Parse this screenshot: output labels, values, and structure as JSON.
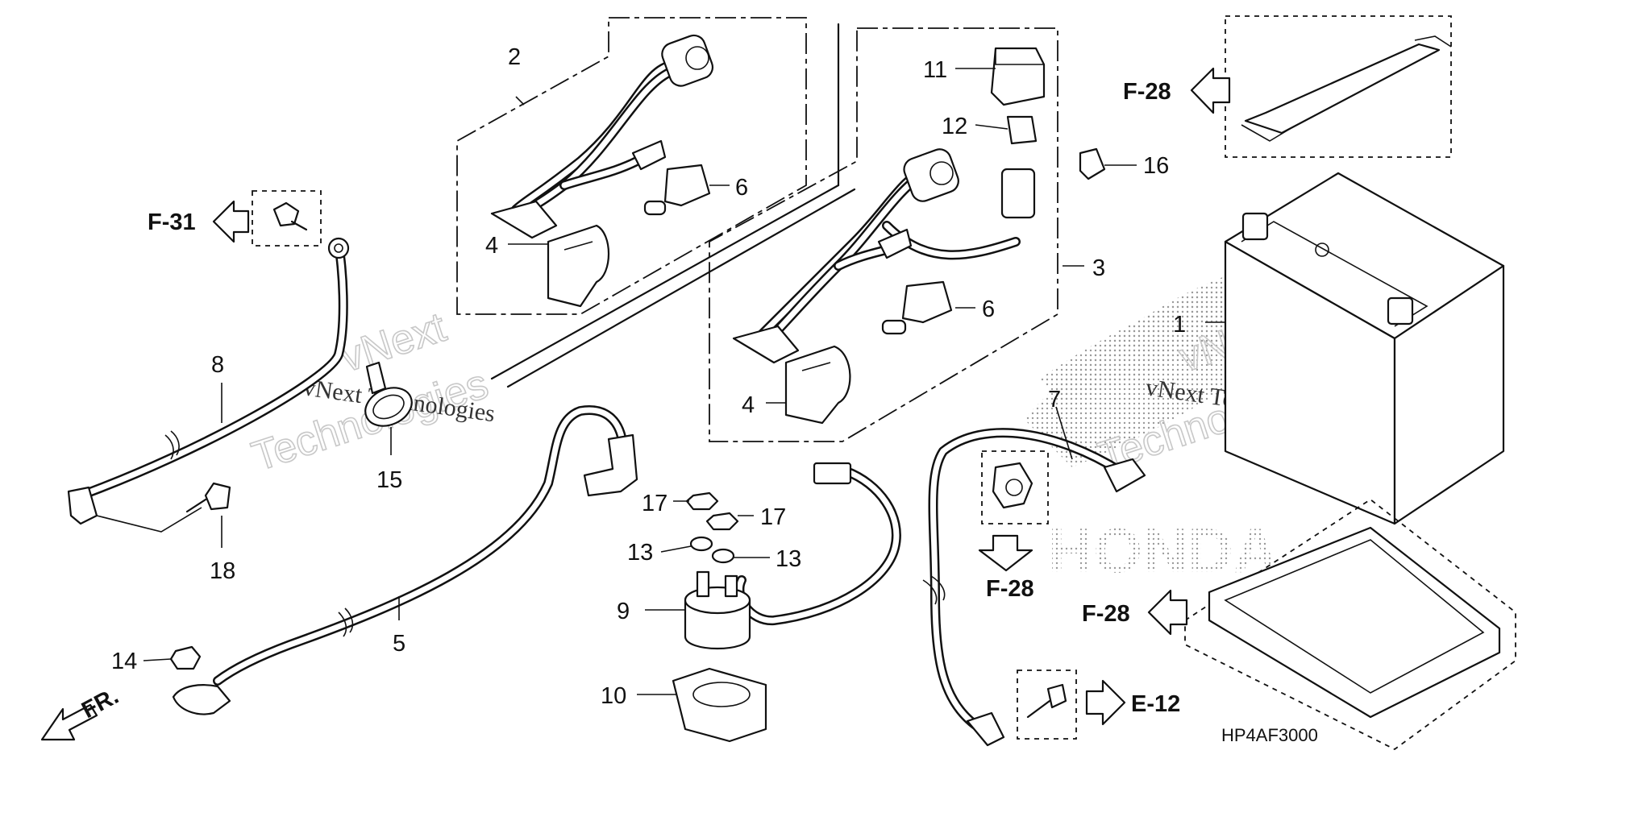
{
  "callouts": {
    "p1": "1",
    "p2": "2",
    "p3": "3",
    "p4a": "4",
    "p4b": "4",
    "p5": "5",
    "p6a": "6",
    "p6b": "6",
    "p7": "7",
    "p8": "8",
    "p9": "9",
    "p10": "10",
    "p11": "11",
    "p12": "12",
    "p13a": "13",
    "p13b": "13",
    "p14": "14",
    "p15": "15",
    "p16": "16",
    "p17a": "17",
    "p17b": "17",
    "p18": "18"
  },
  "references": {
    "f31": "F-31",
    "f28_top": "F-28",
    "f28_mid": "F-28",
    "f28_right": "F-28",
    "e12": "E-12",
    "fr": "FR."
  },
  "diagram_code": "HP4AF3000",
  "watermark": {
    "line1": "vNext",
    "line2": "Technologies",
    "inline": "vNext Technologies"
  },
  "icons": {
    "arrow": "hollow-arrow-icon",
    "front": "front-direction-arrow-icon"
  }
}
